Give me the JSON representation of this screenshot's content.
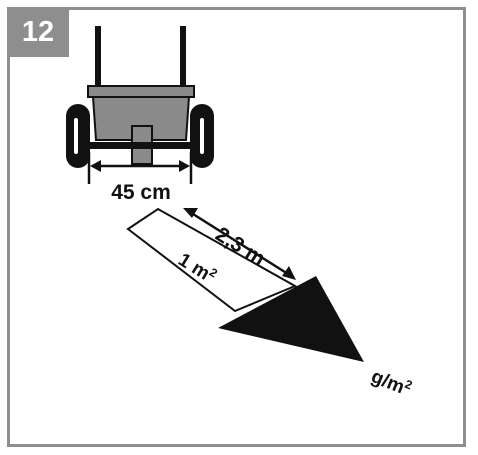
{
  "step": {
    "number": "12"
  },
  "labels": {
    "width": "45 cm",
    "distance": "2,3 m",
    "area_base": "1 m",
    "area_sup": "2",
    "rate_base": "g/m",
    "rate_sup": "2"
  },
  "colors": {
    "frame": "#8e8e8e",
    "hopper": "#8a8a8a",
    "ink": "#111111"
  }
}
